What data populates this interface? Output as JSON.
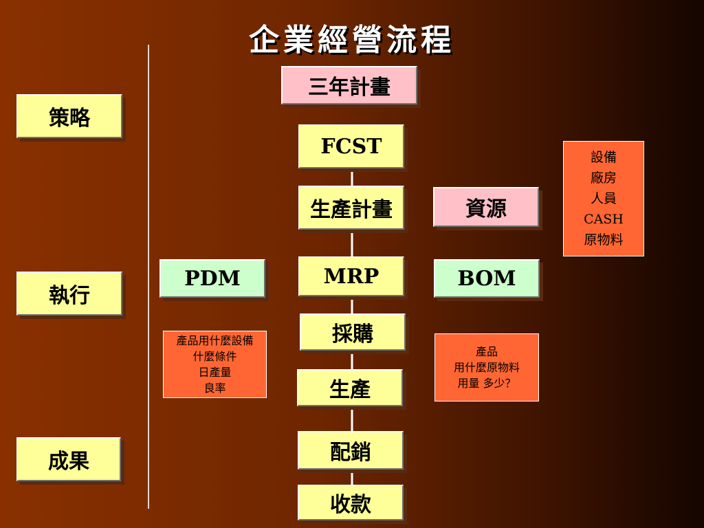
{
  "title": "企業經營流程",
  "left_labels": [
    "策略",
    "執行",
    "成果"
  ],
  "flow": {
    "plan": "三年計畫",
    "fcst": "FCST",
    "production_plan": "生產計畫",
    "mrp": "MRP",
    "purchase": "採購",
    "production": "生產",
    "distribution": "配銷",
    "collection": "收款"
  },
  "side": {
    "resources": "資源",
    "pdm": "PDM",
    "bom": "BOM"
  },
  "notes": {
    "resources": [
      "設備",
      "廠房",
      "人員",
      "CASH",
      "原物料"
    ],
    "pdm": [
      "產品用什麼設備",
      "什麼條件",
      "日產量",
      "良率"
    ],
    "bom": [
      "產品",
      "用什麼原物料",
      "用量 多少？"
    ]
  },
  "colors": {
    "yellow_box": "#ffff99",
    "pink_box": "#ffc0c8",
    "green_box": "#ccffcc",
    "note_box": "#ff6633"
  }
}
